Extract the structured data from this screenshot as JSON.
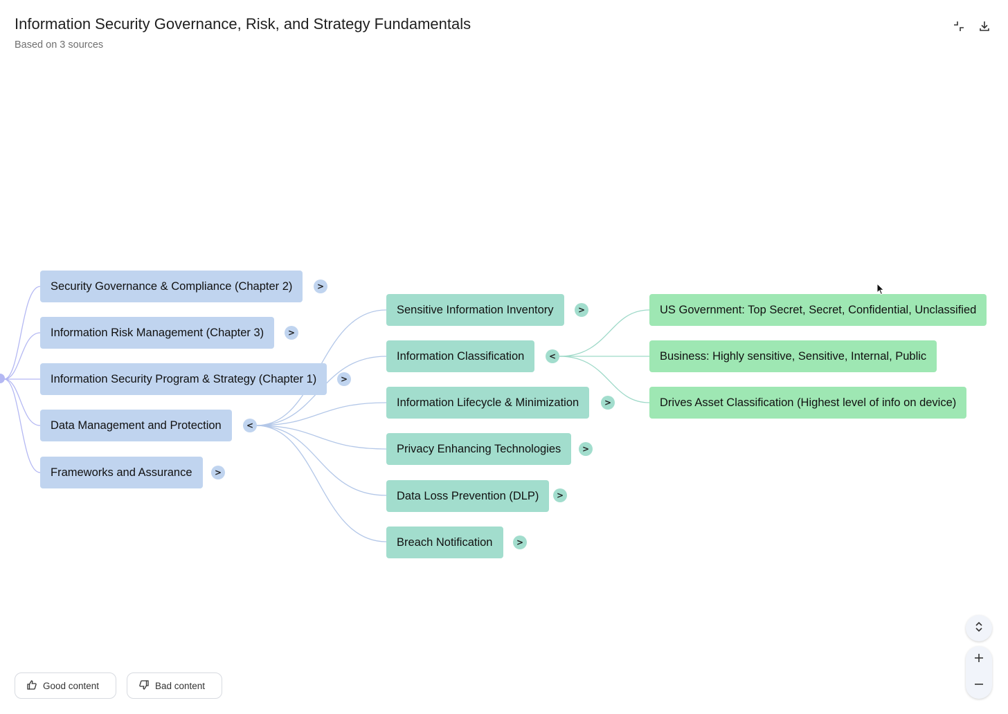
{
  "header": {
    "title": "Information Security Governance, Risk, and Strategy Fundamentals",
    "subtitle": "Based on 3 sources"
  },
  "toolbar": {
    "collapse_icon": "collapse-icon",
    "download_icon": "download-icon"
  },
  "mindmap": {
    "level1": [
      {
        "label": "Security Governance & Compliance (Chapter 2)",
        "toggle": ">"
      },
      {
        "label": "Information Risk Management (Chapter 3)",
        "toggle": ">"
      },
      {
        "label": "Information Security Program & Strategy (Chapter 1)",
        "toggle": ">"
      },
      {
        "label": "Data Management and Protection",
        "toggle": "<"
      },
      {
        "label": "Frameworks and Assurance",
        "toggle": ">"
      }
    ],
    "level2": [
      {
        "label": "Sensitive Information Inventory",
        "toggle": ">"
      },
      {
        "label": "Information Classification",
        "toggle": "<"
      },
      {
        "label": "Information Lifecycle & Minimization",
        "toggle": ">"
      },
      {
        "label": "Privacy Enhancing Technologies",
        "toggle": ">"
      },
      {
        "label": "Data Loss Prevention (DLP)",
        "toggle": ">"
      },
      {
        "label": "Breach Notification",
        "toggle": ">"
      }
    ],
    "level3": [
      {
        "label": "US Government: Top Secret, Secret, Confidential, Unclassified"
      },
      {
        "label": "Business: Highly sensitive, Sensitive, Internal, Public"
      },
      {
        "label": "Drives Asset Classification (Highest level of info on device)"
      }
    ]
  },
  "colors": {
    "level1": "#c0d4ef",
    "level2": "#a2ddcd",
    "level3": "#9ee7b3",
    "edge_blue": "#b3c7e8",
    "edge_teal": "#9ed9c8"
  },
  "feedback": {
    "good_label": "Good content",
    "bad_label": "Bad content"
  },
  "zoom": {
    "fit_icon": "expand-vertical-icon",
    "zoom_in_icon": "plus-icon",
    "zoom_out_icon": "minus-icon"
  }
}
